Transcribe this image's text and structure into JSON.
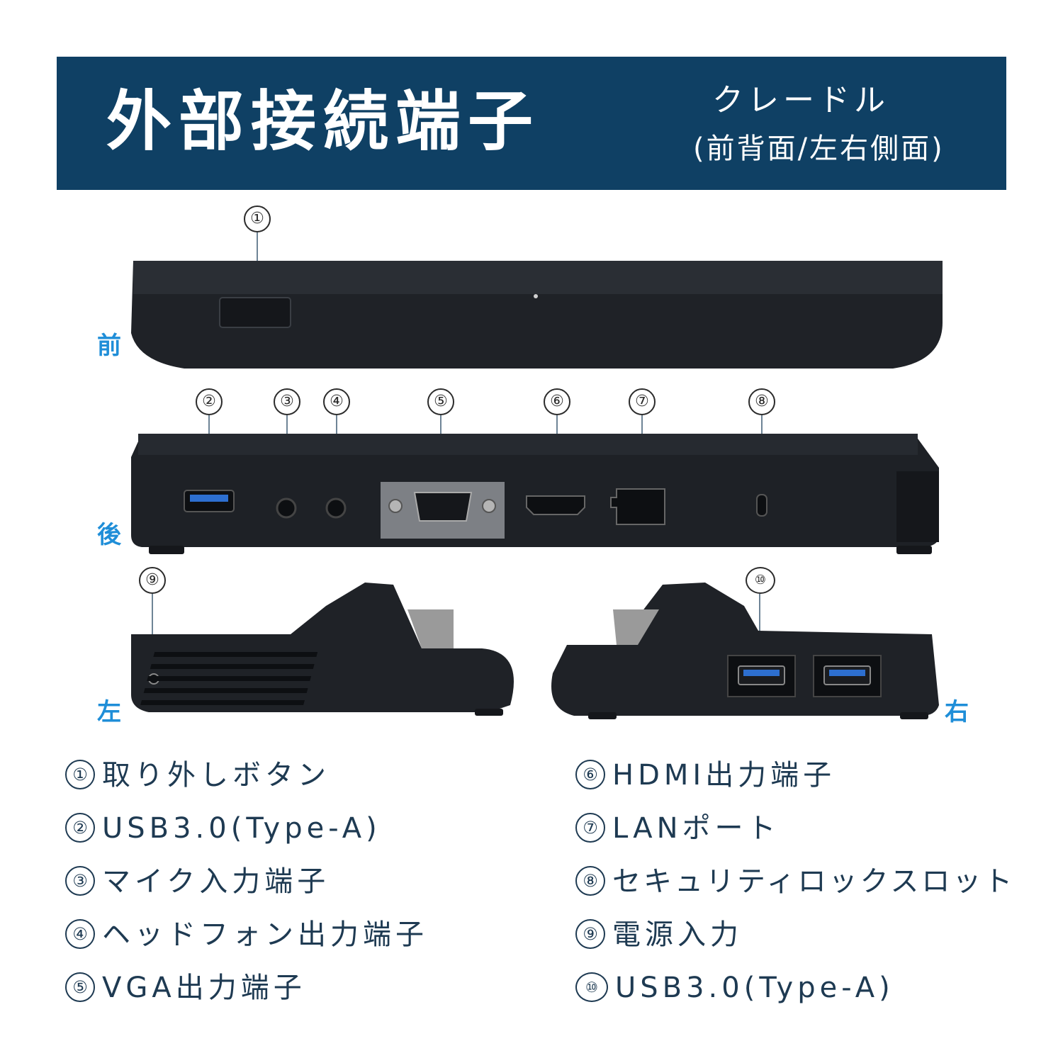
{
  "header": {
    "title": "外部接続端子",
    "subtitle_line1": "クレードル",
    "subtitle_line2": "(前背面/左右側面)"
  },
  "views": {
    "front": "前",
    "back": "後",
    "left": "左",
    "right": "右"
  },
  "callouts": [
    "①",
    "②",
    "③",
    "④",
    "⑤",
    "⑥",
    "⑦",
    "⑧",
    "⑨",
    "⑩"
  ],
  "legend": [
    {
      "num": "①",
      "label": "取り外しボタン"
    },
    {
      "num": "②",
      "label": "USB3.0(Type-A)"
    },
    {
      "num": "③",
      "label": "マイク入力端子"
    },
    {
      "num": "④",
      "label": "ヘッドフォン出力端子"
    },
    {
      "num": "⑤",
      "label": "VGA出力端子"
    },
    {
      "num": "⑥",
      "label": "HDMI出力端子"
    },
    {
      "num": "⑦",
      "label": "LANポート"
    },
    {
      "num": "⑧",
      "label": "セキュリティロックスロット"
    },
    {
      "num": "⑨",
      "label": "電源入力"
    },
    {
      "num": "⑩",
      "label": "USB3.0(Type-A)"
    }
  ],
  "colors": {
    "banner": "#0f4064",
    "view_label": "#1f8ed8",
    "usb_blue": "#2d6fd0",
    "device_body": "#1c1f24"
  }
}
